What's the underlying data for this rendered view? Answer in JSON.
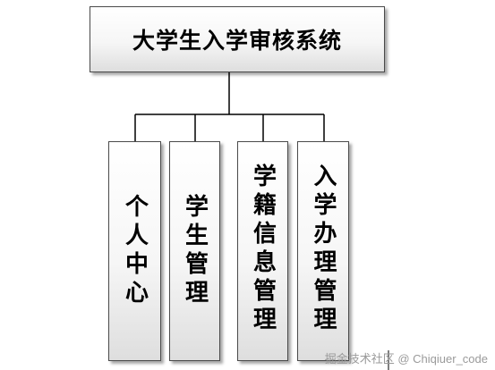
{
  "root": {
    "label": "大学生入学审核系统"
  },
  "modules": [
    {
      "label": "个人中心"
    },
    {
      "label": "学生管理"
    },
    {
      "label": "学籍信息管理"
    },
    {
      "label": "入学办理管理"
    }
  ],
  "footer": {
    "text": "掘金技术社区 @ Chiqiuer_code"
  },
  "colors": {
    "border": "#4a4a4a",
    "line": "#000000",
    "box_gradient_end": "#dedede"
  }
}
